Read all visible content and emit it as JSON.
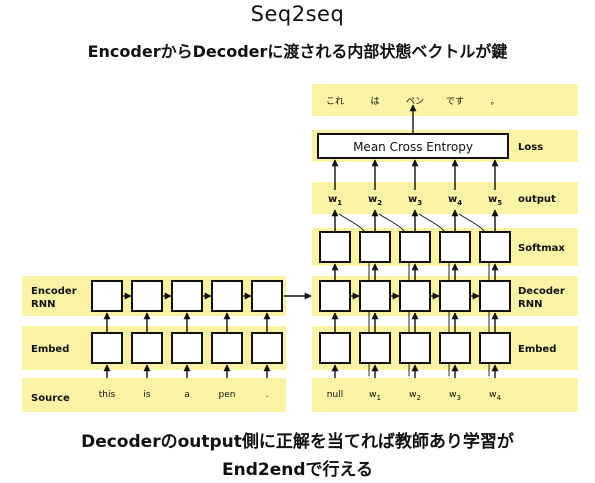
{
  "header": {
    "title": "Seq2seq",
    "subtitle": "EncoderからDecoderに渡される内部状態ベクトルが鍵"
  },
  "footer": {
    "line1": "Decoderのoutput側に正解を当てれば教師あり学習が",
    "line2": "End2endで行える"
  },
  "encoder": {
    "rnn_label": [
      "Encoder",
      "RNN"
    ],
    "embed_label": "Embed",
    "source_label": "Source",
    "tokens": [
      "this",
      "is",
      "a",
      "pen",
      "."
    ]
  },
  "decoder": {
    "rnn_label": [
      "Decoder",
      "RNN"
    ],
    "embed_label": "Embed",
    "softmax_label": "Softmax",
    "output_label": "output",
    "loss_label": "Loss",
    "loss_box": "Mean Cross Entropy",
    "input_tokens": [
      {
        "base": "null",
        "sub": ""
      },
      {
        "base": "w",
        "sub": "1"
      },
      {
        "base": "w",
        "sub": "2"
      },
      {
        "base": "w",
        "sub": "3"
      },
      {
        "base": "w",
        "sub": "4"
      }
    ],
    "output_tokens": [
      {
        "base": "w",
        "sub": "1"
      },
      {
        "base": "w",
        "sub": "2"
      },
      {
        "base": "w",
        "sub": "3"
      },
      {
        "base": "w",
        "sub": "4"
      },
      {
        "base": "w",
        "sub": "5"
      }
    ],
    "target_tokens": [
      "これ",
      "は",
      "ペン",
      "です",
      "。"
    ]
  }
}
